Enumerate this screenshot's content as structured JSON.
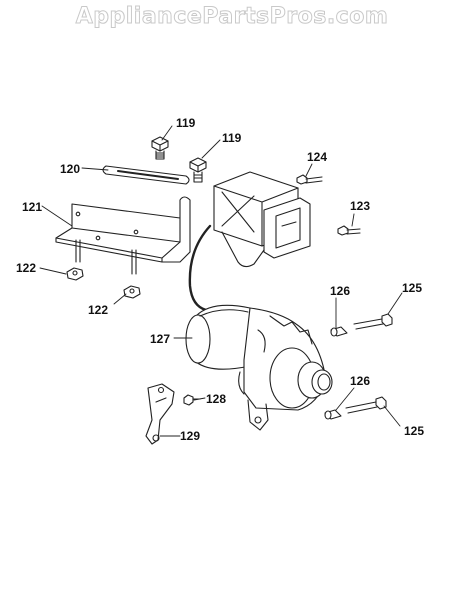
{
  "watermark": "AppliancePartsPros.com",
  "callouts": [
    {
      "id": "c119a",
      "text": "119"
    },
    {
      "id": "c119b",
      "text": "119"
    },
    {
      "id": "c120",
      "text": "120"
    },
    {
      "id": "c121",
      "text": "121"
    },
    {
      "id": "c122a",
      "text": "122"
    },
    {
      "id": "c122b",
      "text": "122"
    },
    {
      "id": "c123",
      "text": "123"
    },
    {
      "id": "c124",
      "text": "124"
    },
    {
      "id": "c125a",
      "text": "125"
    },
    {
      "id": "c125b",
      "text": "125"
    },
    {
      "id": "c126a",
      "text": "126"
    },
    {
      "id": "c126b",
      "text": "126"
    },
    {
      "id": "c127",
      "text": "127"
    },
    {
      "id": "c128",
      "text": "128"
    },
    {
      "id": "c129",
      "text": "129"
    }
  ]
}
